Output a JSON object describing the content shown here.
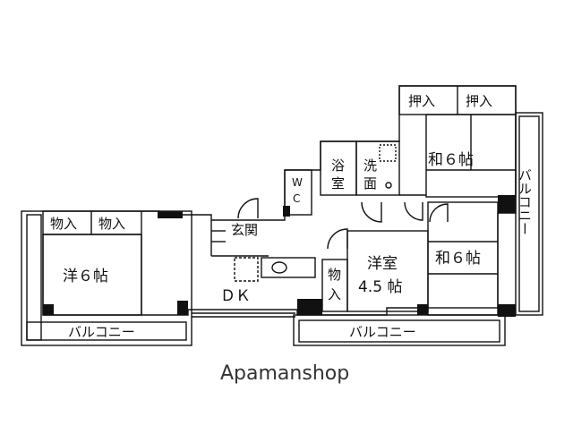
{
  "floorplan": {
    "rooms": {
      "western_6": "洋６帖",
      "storage_1": "物入",
      "storage_2": "物入",
      "balcony_left": "バルコニー",
      "dk": "ＤＫ",
      "entrance": "玄関",
      "wc_1": "W",
      "wc_2": "C",
      "bath_1": "浴",
      "bath_2": "室",
      "wash_1": "洗",
      "wash_2": "面",
      "closet_1": "押入",
      "closet_2": "押入",
      "japanese_6_top": "和６帖",
      "balcony_right": "バルコニー",
      "storage_3_1": "物",
      "storage_3_2": "入",
      "western_room_1": "洋室",
      "western_room_2": "4.5 帖",
      "japanese_6_bottom": "和６帖",
      "balcony_bottom": "バルコニー"
    },
    "watermark": "Apamanshop"
  }
}
